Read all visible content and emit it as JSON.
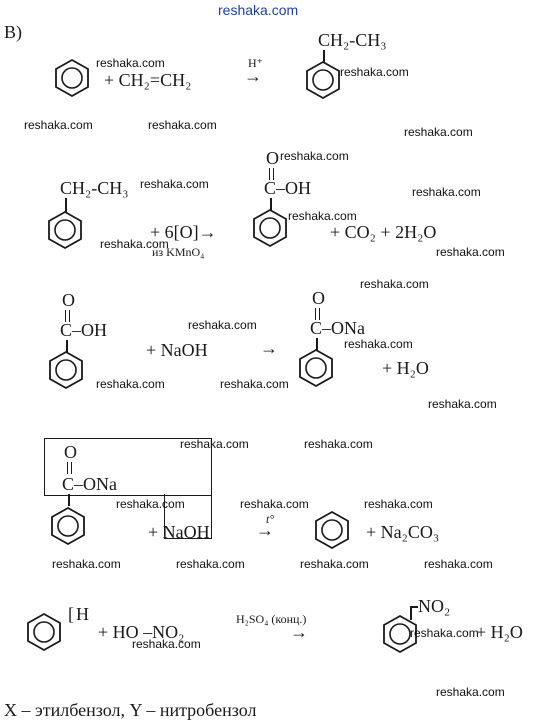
{
  "site_watermark": "reshaka.com",
  "section_label": "В)",
  "reaction1": {
    "reagent": "CH₂=CH₂",
    "catalyst": "H⁺",
    "product_side_chain": "CH₂-CH₃"
  },
  "reaction2": {
    "reactant_side_chain": "CH₂-CH₃",
    "oxidant": "+ 6[O]",
    "oxidant_source": "из KMnO₄",
    "acid_group": "C–OH",
    "carbonyl_o": "O",
    "byproducts": "+  CO₂ + 2H₂O"
  },
  "reaction3": {
    "acid_group": "C–OH",
    "carbonyl_o": "O",
    "reagent": "+ NaOH",
    "salt_group": "C–ONa",
    "water": "+ H₂O"
  },
  "reaction4": {
    "salt_group": "C–ONa",
    "carbonyl_o": "O",
    "reagent": "+ NaOH",
    "condition": "t°",
    "byproduct": "+ Na₂CO₃"
  },
  "reaction5": {
    "h_atom": "H",
    "reagent": "+ HO –NO₂",
    "catalyst": "H₂SO₄ (конц.)",
    "product_group": "NO₂",
    "water": "+ H₂O"
  },
  "answer": "X – этилбензол, Y – нитробензол"
}
